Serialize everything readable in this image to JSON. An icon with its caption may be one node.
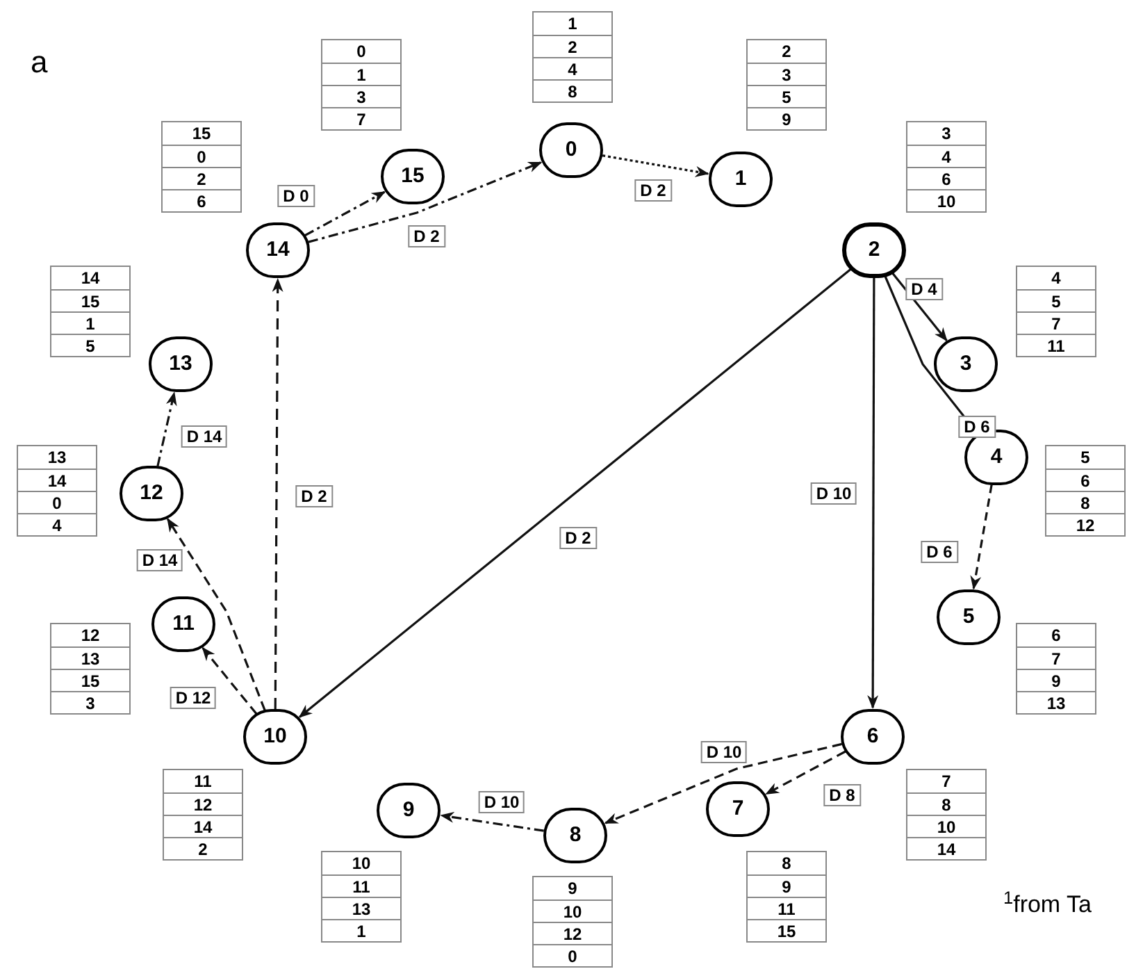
{
  "diagram": {
    "nodes": [
      {
        "text": [
          "0"
        ],
        "beside": [
          "1",
          "2",
          "4",
          "8"
        ]
      },
      {
        "text": [
          "1"
        ],
        "beside": [
          "2",
          "3",
          "5",
          "9"
        ]
      },
      {
        "text": [
          "2"
        ],
        "beside": [
          "3",
          "4",
          "6",
          "10"
        ]
      },
      {
        "text": [
          "3"
        ],
        "beside": [
          "4",
          "5",
          "7",
          "11"
        ]
      },
      {
        "text": [
          "4"
        ],
        "beside": [
          "5",
          "6",
          "8",
          "12"
        ]
      },
      {
        "text": [
          "5"
        ],
        "beside": [
          "6",
          "7",
          "9",
          "13"
        ]
      },
      {
        "text": [
          "6"
        ],
        "beside": [
          "7",
          "8",
          "10",
          "14"
        ]
      },
      {
        "text": [
          "7"
        ],
        "beside": [
          "8",
          "9",
          "11",
          "15"
        ]
      },
      {
        "text": [
          "8"
        ],
        "beside": [
          "9",
          "10",
          "12",
          "0"
        ]
      },
      {
        "text": [
          "9"
        ],
        "beside": [
          "10",
          "11",
          "13",
          "1"
        ]
      },
      {
        "text": [
          "10"
        ],
        "beside": [
          "11",
          "12",
          "14",
          "2"
        ]
      },
      {
        "text": [
          "11"
        ],
        "beside": [
          "12",
          "13",
          "15",
          "3"
        ]
      },
      {
        "text": [
          "12"
        ],
        "beside": [
          "13",
          "14",
          "0",
          "4"
        ]
      },
      {
        "text": [
          "13"
        ],
        "beside": [
          "14",
          "15",
          "1",
          "5"
        ]
      },
      {
        "text": [
          "14"
        ],
        "beside": [
          "15",
          "0",
          "2",
          "6"
        ]
      },
      {
        "text": [
          "15"
        ],
        "beside": [
          "0",
          "1",
          "3",
          "7"
        ]
      }
    ],
    "edges": [
      {
        "from": 0,
        "to": 1,
        "arrow": "to",
        "label": "D 2",
        "style": "dashed"
      },
      {
        "from": 14,
        "to": 15,
        "arrow": "to",
        "label": "D 0",
        "style": "dashed"
      },
      {
        "from": 14,
        "to": 0,
        "arrow": "to",
        "label": "D 2",
        "style": "dashed"
      },
      {
        "from": 2,
        "to": 3,
        "arrow": "to",
        "label": "D 4"
      },
      {
        "from": 2,
        "to": 4,
        "arrow": "to",
        "label": "D 6"
      },
      {
        "from": 4,
        "to": 5,
        "arrow": "to",
        "label": "D 6",
        "style": "dashed"
      },
      {
        "from": 2,
        "to": 6,
        "arrow": "to",
        "label": "D 10"
      },
      {
        "from": 2,
        "to": 10,
        "arrow": "to",
        "label": "D 2"
      },
      {
        "from": 6,
        "to": 8,
        "arrow": "to",
        "label": "D 10",
        "style": "dashed"
      },
      {
        "from": 6,
        "to": 7,
        "arrow": "to",
        "label": "D 8",
        "style": "dashed"
      },
      {
        "from": 8,
        "to": 9,
        "arrow": "to",
        "label": "D 10",
        "style": "dashed"
      },
      {
        "from": 10,
        "to": 11,
        "arrow": "to",
        "label": "D 12",
        "style": "dashed"
      },
      {
        "from": 10,
        "to": 12,
        "arrow": "to",
        "label": "D 14",
        "style": "dashed"
      },
      {
        "from": 10,
        "to": 14,
        "arrow": "to",
        "label": "D 2",
        "style": "dashed"
      },
      {
        "from": 12,
        "to": 13,
        "arrow": "to",
        "label": "D 14",
        "style": "dashed"
      }
    ],
    "labels": [
      "a",
      "$^{1}$from Ta"
    ]
  }
}
